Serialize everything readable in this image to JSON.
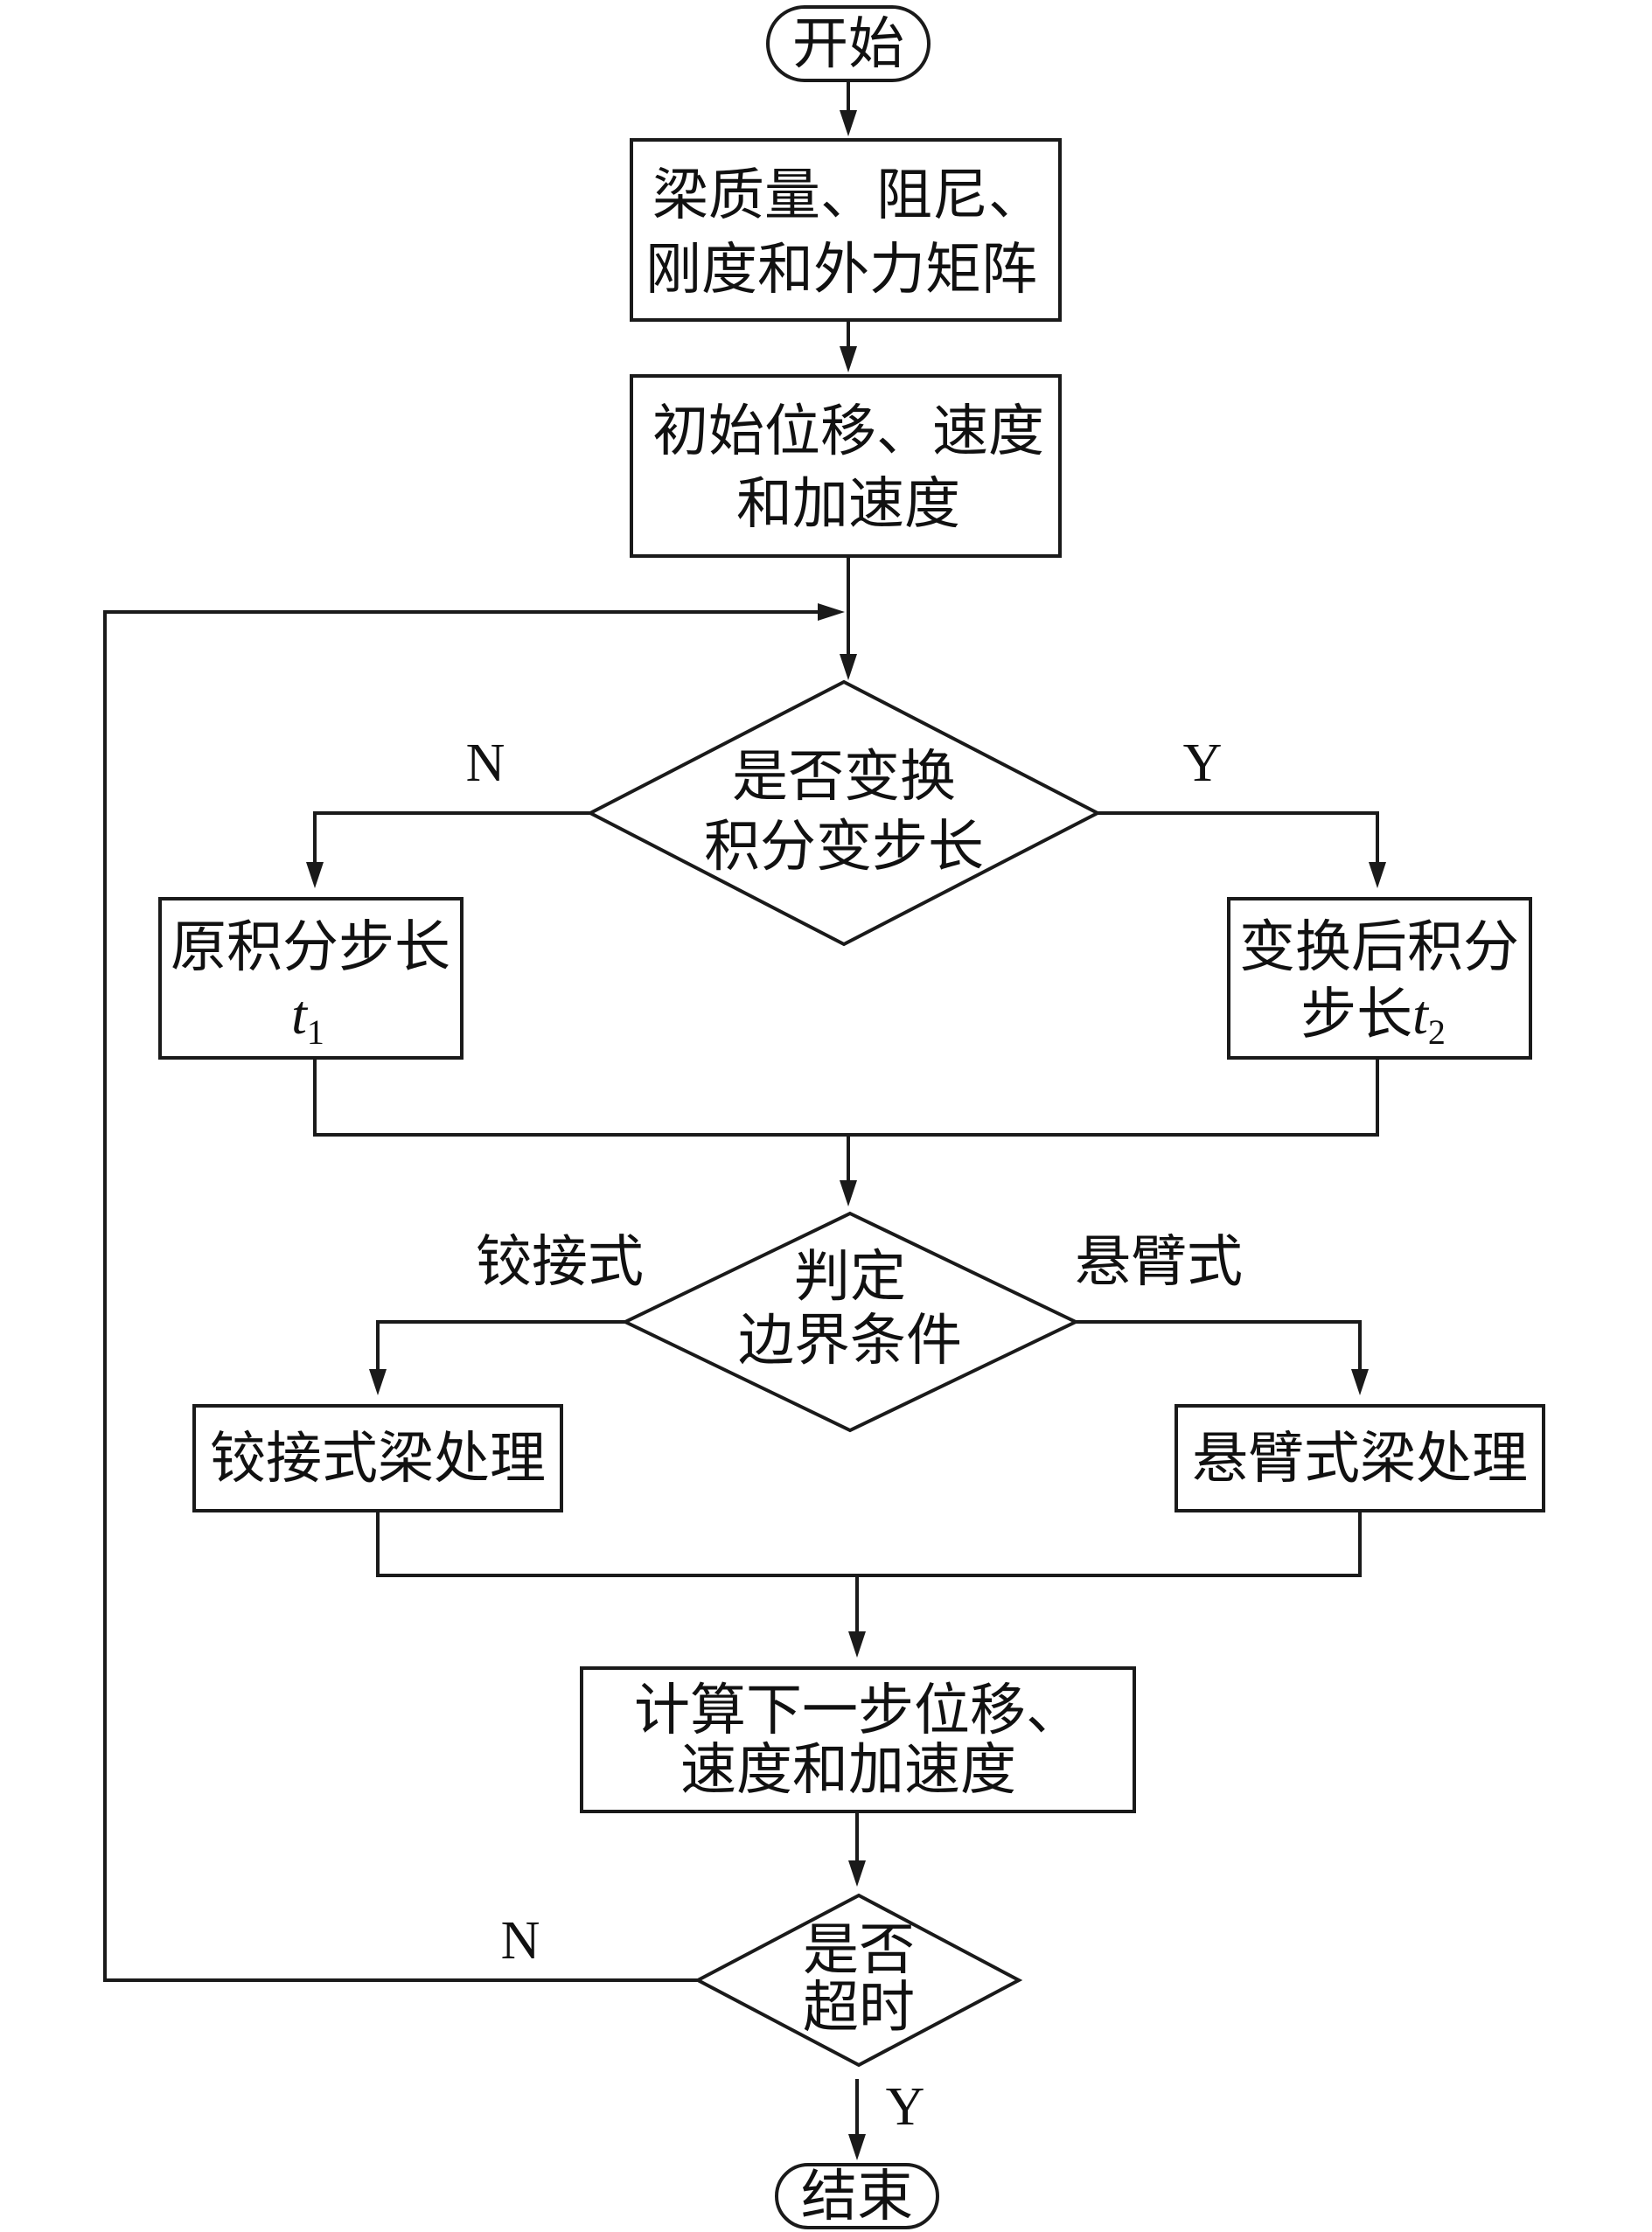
{
  "nodes": {
    "start": "开始",
    "matrices": [
      "梁质量、阻尼、",
      "刚度和外力矩阵"
    ],
    "init": [
      "初始位移、速度",
      "和加速度"
    ],
    "step_decision": [
      "是否变换",
      "积分变步长"
    ],
    "orig_step": {
      "text": "原积分步长",
      "var": "t",
      "sub": "1"
    },
    "new_step": {
      "line1": "变换后积分",
      "line2": "步长",
      "var": "t",
      "sub": "2"
    },
    "boundary_decision": [
      "判定",
      "边界条件"
    ],
    "hinged_proc": "铰接式梁处理",
    "cantilever_proc": "悬臂式梁处理",
    "next_step": [
      "计算下一步位移、",
      "速度和加速度"
    ],
    "timeout_decision": [
      "是否",
      "超时"
    ],
    "end": "结束"
  },
  "edge_labels": {
    "step_no": "N",
    "step_yes": "Y",
    "hinged": "铰接式",
    "cantilever": "悬臂式",
    "timeout_no": "N",
    "timeout_yes": "Y"
  }
}
